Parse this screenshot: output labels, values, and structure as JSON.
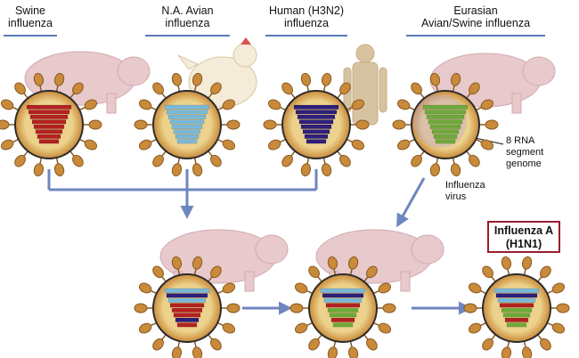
{
  "sources": [
    {
      "title_line1": "Swine",
      "title_line2": "influenza",
      "host": "pig"
    },
    {
      "title_line1": "N.A. Avian",
      "title_line2": "influenza",
      "host": "chicken"
    },
    {
      "title_line1": "Human (H3N2)",
      "title_line2": "influenza",
      "host": "human"
    },
    {
      "title_line1": "Eurasian",
      "title_line2": "Avian/Swine influenza",
      "host": "pig"
    }
  ],
  "annotations": {
    "segment_line1": "8 RNA",
    "segment_line2": "segment",
    "segment_line3": "genome",
    "virus_line1": "Influenza",
    "virus_line2": "virus"
  },
  "result": {
    "line1": "Influenza A",
    "line2": "(H1N1)"
  },
  "colors": {
    "swine": "#b22222",
    "avian": "#7ab8d9",
    "human": "#2e1f7a",
    "eurasian": "#6fa83a",
    "virus_shell": "#c98a3a",
    "arrow": "#6f86bf",
    "animal": "#e8c9cc",
    "human_silhouette": "#d8c3a0",
    "title_underline": "#5a7ab8"
  },
  "segment_stacks": {
    "source_swine": [
      "swine",
      "swine",
      "swine",
      "swine",
      "swine",
      "swine",
      "swine",
      "swine"
    ],
    "source_avian": [
      "avian",
      "avian",
      "avian",
      "avian",
      "avian",
      "avian",
      "avian",
      "avian"
    ],
    "source_human": [
      "human",
      "human",
      "human",
      "human",
      "human",
      "human",
      "human",
      "human"
    ],
    "source_eurasian": [
      "eurasian",
      "eurasian",
      "eurasian",
      "eurasian",
      "eurasian",
      "eurasian",
      "eurasian",
      "eurasian"
    ],
    "reassortant_1": [
      "avian",
      "human",
      "avian",
      "swine",
      "swine",
      "swine",
      "human",
      "swine"
    ],
    "reassortant_2": [
      "avian",
      "human",
      "avian",
      "swine",
      "eurasian",
      "eurasian",
      "swine",
      "eurasian"
    ],
    "final_h1n1": [
      "avian",
      "human",
      "avian",
      "swine",
      "eurasian",
      "eurasian",
      "swine",
      "eurasian"
    ]
  }
}
